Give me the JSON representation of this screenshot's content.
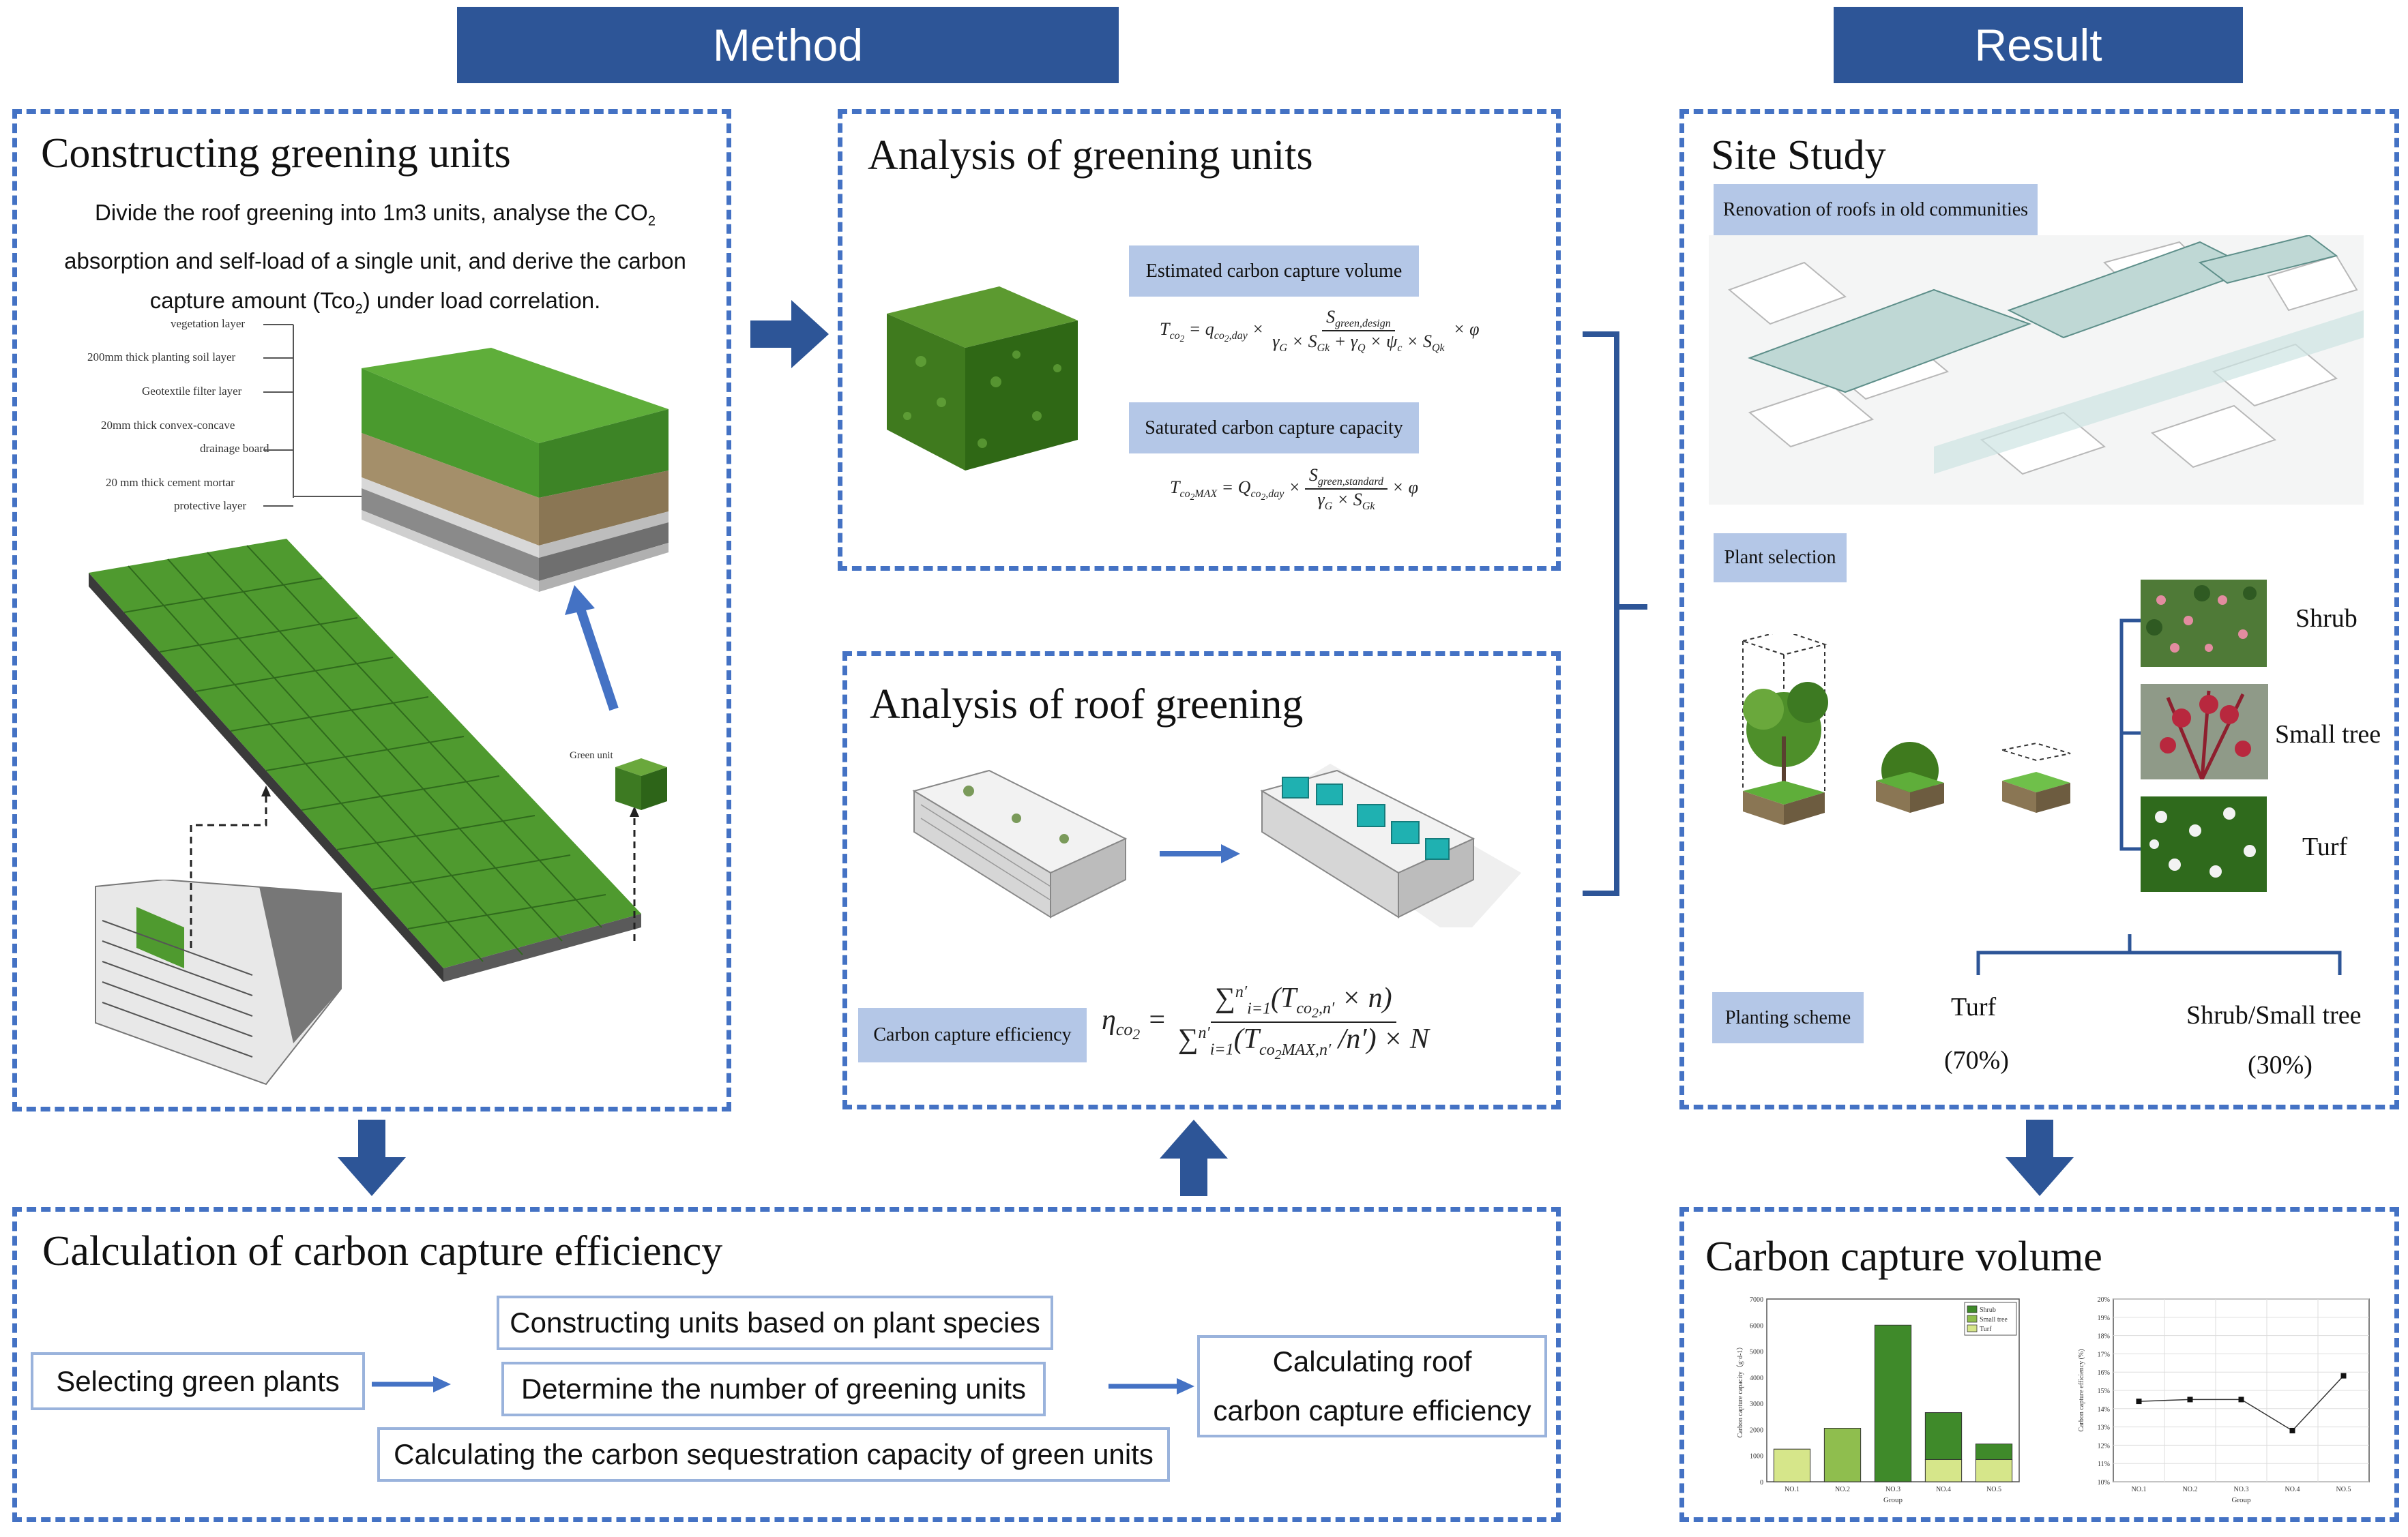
{
  "headers": {
    "method": "Method",
    "result": "Result"
  },
  "constructing": {
    "title": "Constructing greening units",
    "desc_line1": "Divide the roof greening into 1m3 units, analyse the CO",
    "desc_line2": "absorption and self-load of a single unit, and derive the carbon",
    "desc_line3": "capture amount (Tco",
    "desc_line3_end": ") under load correlation.",
    "sub_2": "2",
    "layers": [
      "vegetation layer",
      "200mm thick planting soil layer",
      "Geotextile filter layer",
      "20mm thick convex-concave",
      "drainage board",
      "20 mm thick cement mortar",
      "protective layer"
    ],
    "green_unit": "Green unit"
  },
  "analysis_units": {
    "title": "Analysis of greening units",
    "tag1": "Estimated carbon capture volume",
    "tag2": "Saturated carbon capture capacity"
  },
  "analysis_roof": {
    "title": "Analysis of roof greening",
    "tag": "Carbon capture efficiency"
  },
  "calculation": {
    "title": "Calculation of carbon capture efficiency",
    "step1": "Selecting green plants",
    "step2a": "Constructing units based on plant species",
    "step2b": "Determine the number of greening units",
    "step2c": "Calculating the carbon sequestration capacity of green units",
    "step3_line1": "Calculating roof",
    "step3_line2": "carbon capture efficiency"
  },
  "site": {
    "title": "Site Study",
    "tag_renovation": "Renovation of roofs in old communities",
    "tag_plant": "Plant selection",
    "plants": [
      "Shrub",
      "Small tree",
      "Turf"
    ],
    "tag_scheme": "Planting scheme",
    "scheme": [
      {
        "name": "Turf",
        "pct": "(70%)"
      },
      {
        "name": "Shrub/Small tree",
        "pct": "(30%)"
      }
    ]
  },
  "volume": {
    "title": "Carbon capture volume"
  },
  "colors": {
    "header": "#2d5597",
    "dash": "#4472c4",
    "tag": "#b4c7e7",
    "arrow": "#2d5597",
    "shrub": "#3f8a2a",
    "smalltree": "#8fbe4e",
    "turf": "#d6e68a"
  },
  "chart_data": [
    {
      "type": "bar",
      "categories": [
        "NO.1",
        "NO.2",
        "NO.3",
        "NO.4",
        "NO.5"
      ],
      "series": [
        {
          "name": "Shrub",
          "values": [
            0,
            0,
            6000,
            1800,
            600
          ]
        },
        {
          "name": "Small tree",
          "values": [
            0,
            2050,
            0,
            0,
            0
          ]
        },
        {
          "name": "Turf",
          "values": [
            1250,
            0,
            0,
            850,
            850
          ]
        }
      ],
      "ylim": [
        0,
        7000
      ],
      "yticks": [
        "0",
        "1000",
        "2000",
        "3000",
        "4000",
        "5000",
        "6000",
        "7000"
      ],
      "xlabel": "Group",
      "ylabel": "Carbon capture capacity（g·d-1）",
      "legend": "top-right"
    },
    {
      "type": "line",
      "categories": [
        "NO.1",
        "NO.2",
        "NO.3",
        "NO.4",
        "NO.5"
      ],
      "values": [
        14.4,
        14.5,
        14.5,
        12.8,
        15.8
      ],
      "ylim": [
        10,
        20
      ],
      "yticks": [
        "10%",
        "11%",
        "12%",
        "13%",
        "14%",
        "15%",
        "16%",
        "17%",
        "18%",
        "19%",
        "20%"
      ],
      "xlabel": "Group",
      "ylabel": "Carbon capture efficiency (%)"
    }
  ]
}
